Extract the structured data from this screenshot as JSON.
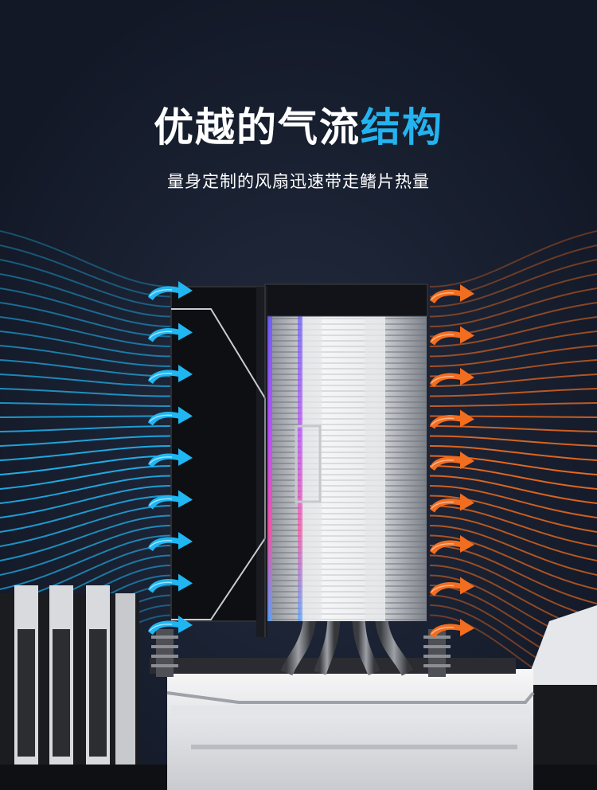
{
  "headline": {
    "part1": "优越的气流",
    "part2": "结构"
  },
  "subtitle": "量身定制的风扇迅速带走鳍片热量",
  "colors": {
    "background": "#141a28",
    "accent": "#23b4f0",
    "cool_air": "#1fb6f2",
    "hot_air": "#f26d1f",
    "text": "#ffffff"
  },
  "icons": {
    "intake": "cool-airflow-arrow-icon",
    "exhaust": "hot-airflow-arrow-icon"
  }
}
